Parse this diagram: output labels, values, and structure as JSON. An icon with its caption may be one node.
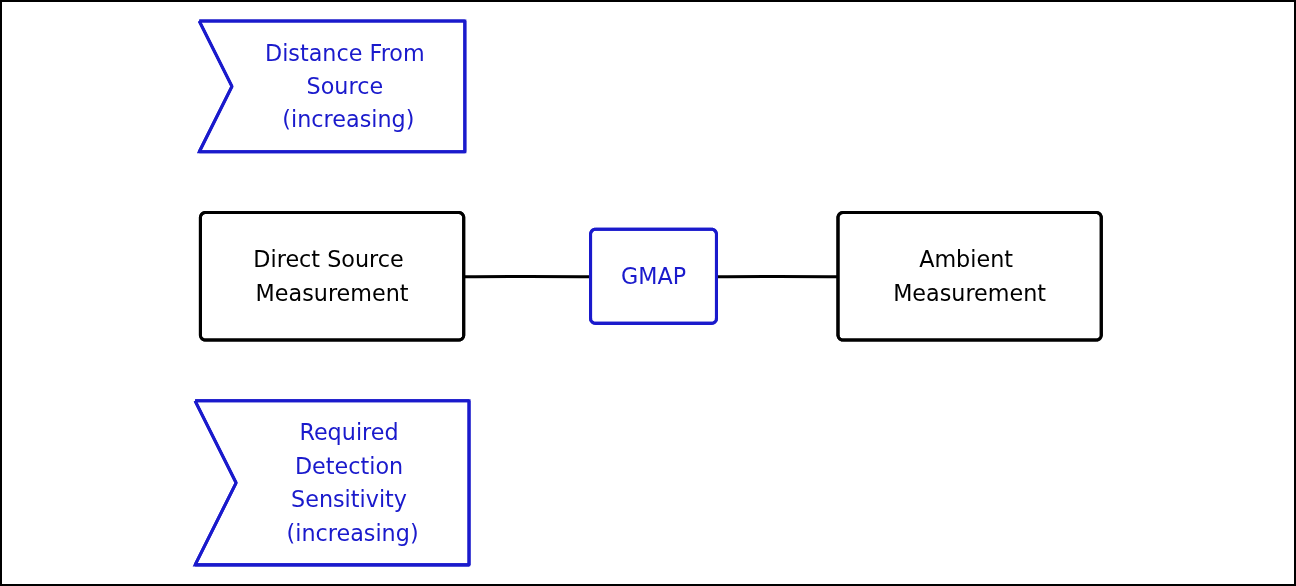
{
  "diagram": {
    "nodes": [
      {
        "text": [
          "Distance From Source (increasing)"
        ]
      },
      {
        "text": [
          "Direct Source Measurement"
        ]
      },
      {
        "text": [
          "GMAP"
        ]
      },
      {
        "text": [
          "Ambient Measurement"
        ]
      },
      {
        "text": [
          "Required Detection Sensitivity (increasing)"
        ]
      }
    ],
    "edges": [
      {
        "from": 1,
        "to": 2,
        "arrow": "none"
      },
      {
        "from": 2,
        "to": 3,
        "arrow": "none"
      }
    ]
  }
}
